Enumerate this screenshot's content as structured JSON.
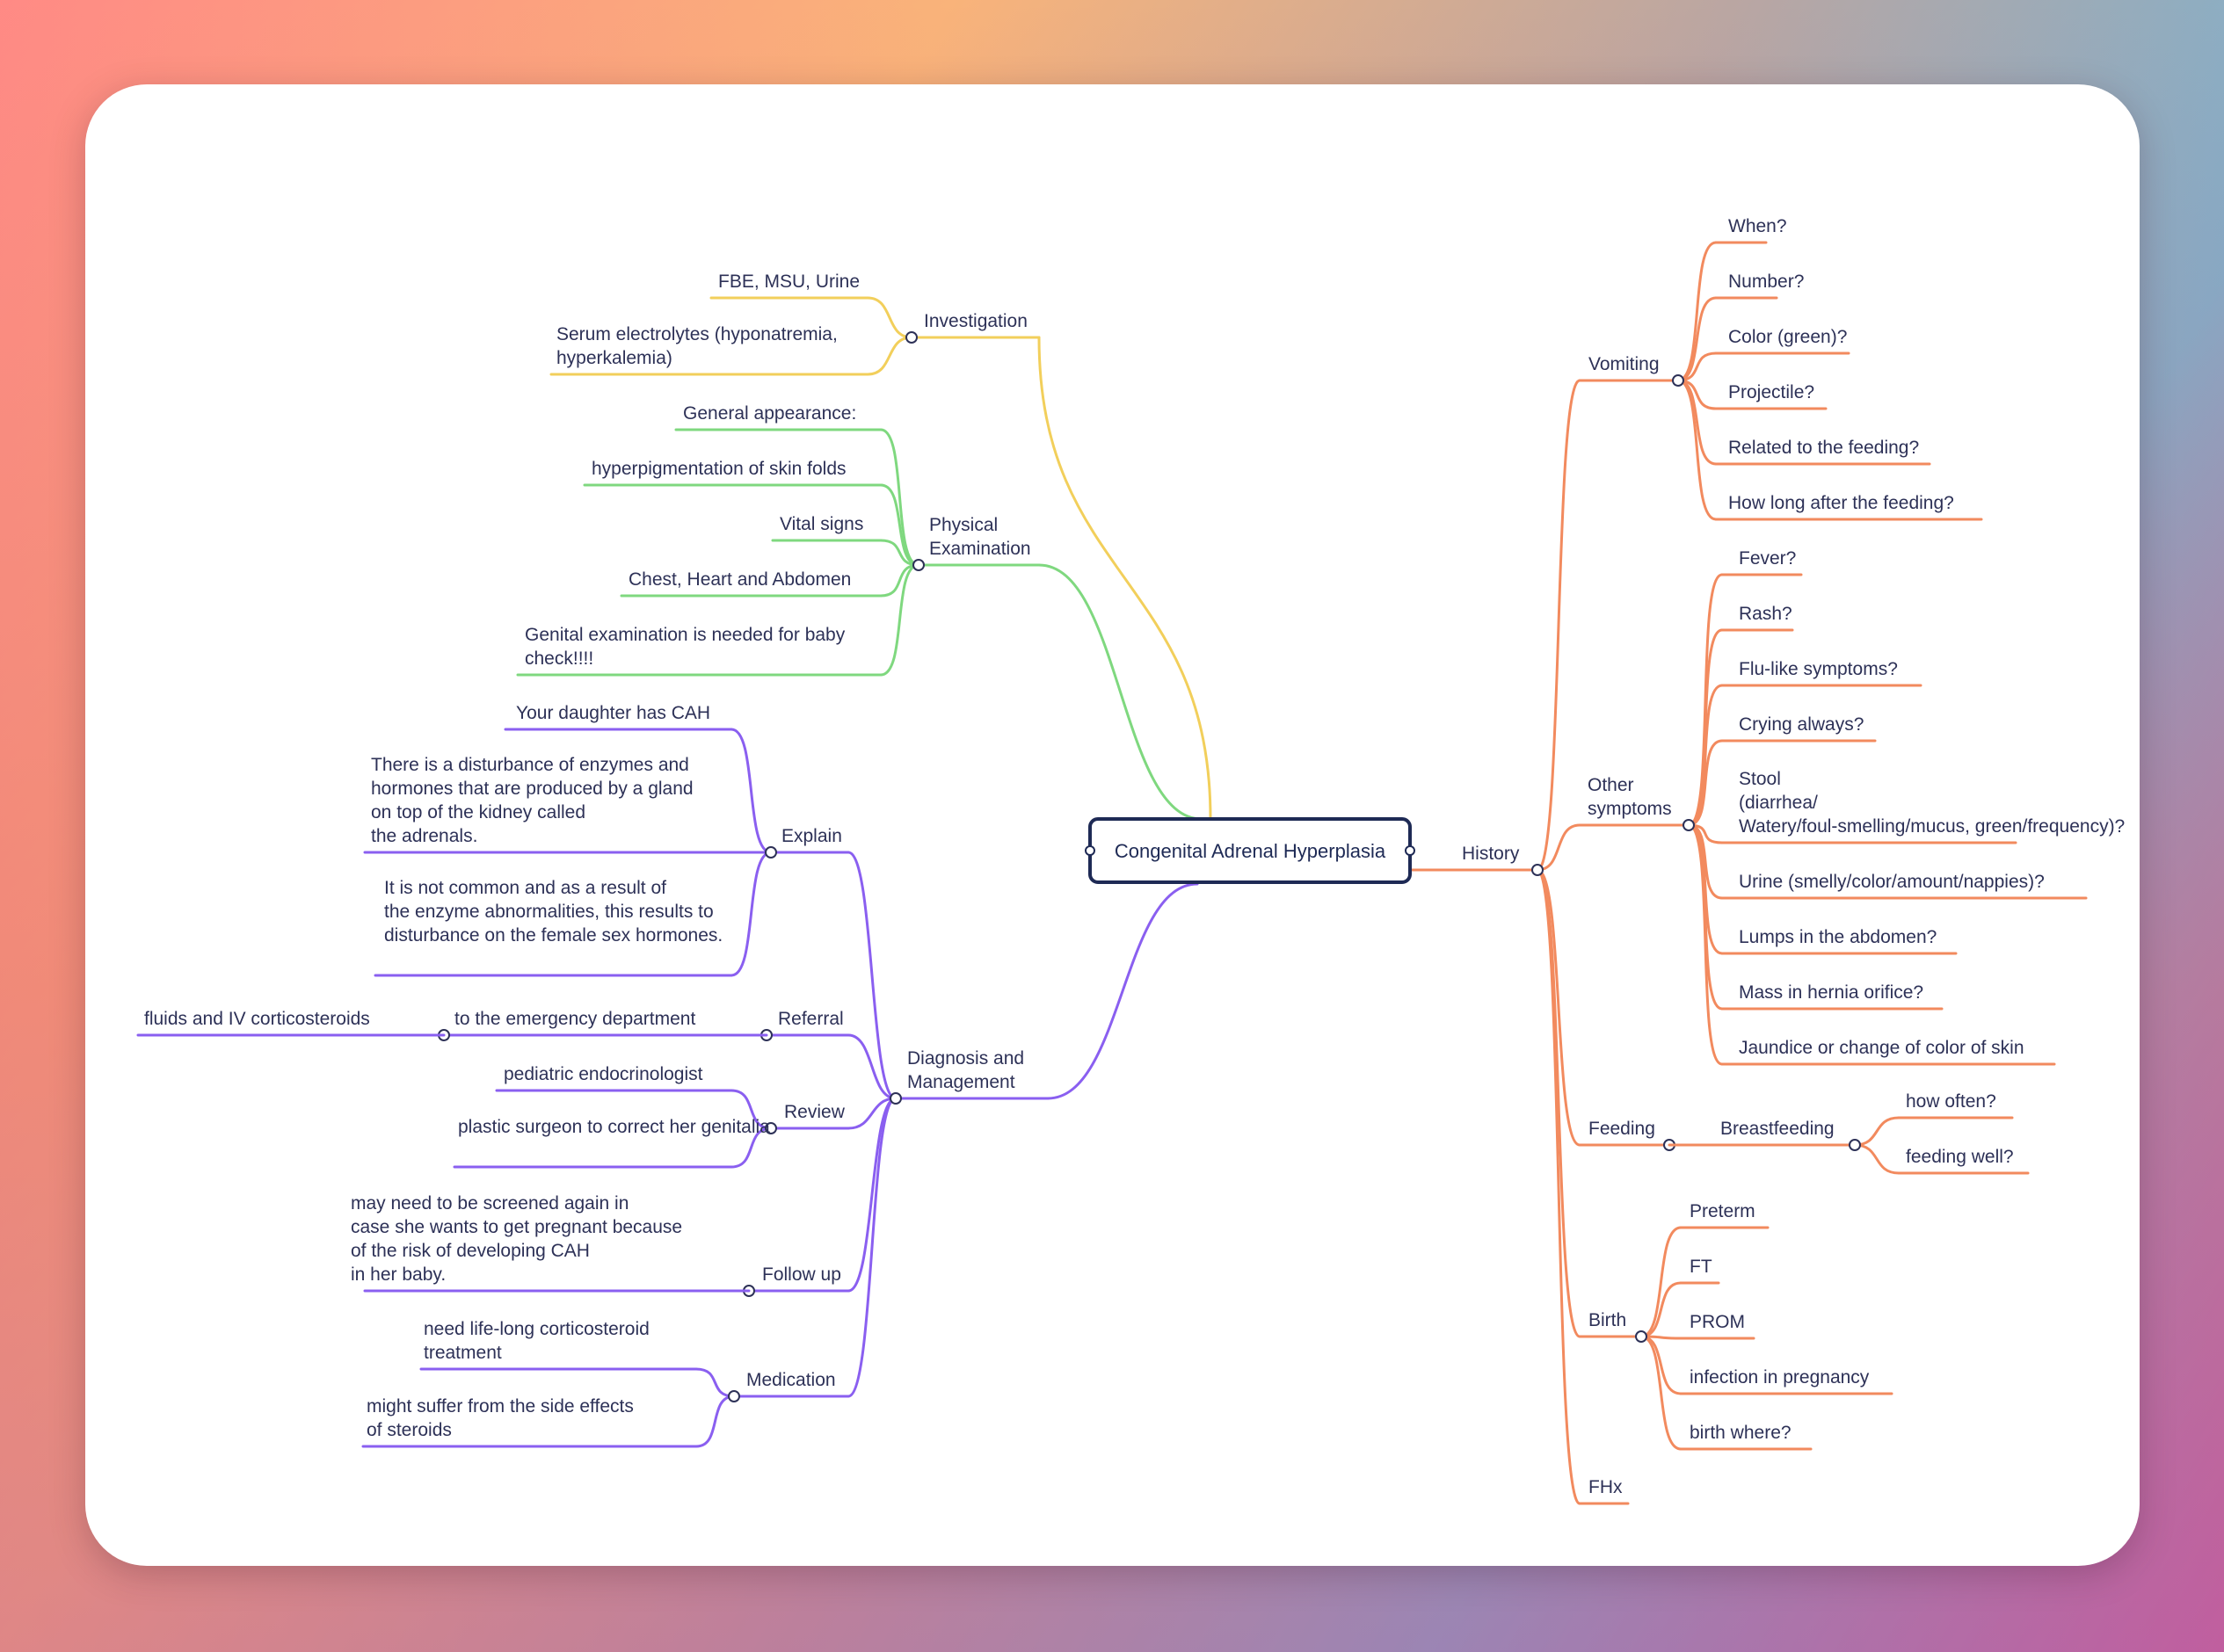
{
  "root": {
    "label": "Congenital Adrenal Hyperplasia"
  },
  "colors": {
    "investigation": "#f2cf5b",
    "physical": "#7fd87f",
    "diagnosis": "#8a5ff0",
    "history": "#f28a5e",
    "text": "#2d3157",
    "root_border": "#1e2a55"
  },
  "branches": {
    "investigation": {
      "label": "Investigation",
      "children": [
        "FBE, MSU, Urine",
        "Serum electrolytes (hyponatremia, hyperkalemia)"
      ]
    },
    "physical": {
      "label": "Physical Examination",
      "children": [
        "General appearance:",
        "hyperpigmentation of skin folds",
        "Vital signs",
        "Chest, Heart and Abdomen",
        "Genital examination is needed for baby check!!!!"
      ]
    },
    "diagnosis": {
      "label": "Diagnosis and Management",
      "explain": {
        "label": "Explain",
        "children": [
          "Your daughter has CAH",
          "There is a disturbance of enzymes and hormones that are produced by a gland on top of the kidney called the adrenals.",
          "It is not common and as a result of the enzyme abnormalities, this results to disturbance on the female sex hormones."
        ]
      },
      "referral": {
        "label": "Referral",
        "child": "to the emergency department",
        "grandchild": "fluids and IV corticosteroids"
      },
      "review": {
        "label": "Review",
        "children": [
          "pediatric endocrinologist",
          "plastic surgeon to correct her genitalia"
        ]
      },
      "followup": {
        "label": "Follow up",
        "children": [
          "may need to be screened again in case she wants to get pregnant because of the risk of developing CAH in her baby."
        ]
      },
      "medication": {
        "label": "Medication",
        "children": [
          "need life-long corticosteroid treatment",
          "might suffer from the side effects of steroids"
        ]
      }
    },
    "history": {
      "label": "History",
      "vomiting": {
        "label": "Vomiting",
        "children": [
          "When?",
          "Number?",
          "Color (green)?",
          "Projectile?",
          "Related to the feeding?",
          "How long after the feeding?"
        ]
      },
      "other": {
        "label": "Other symptoms",
        "children": [
          "Fever?",
          "Rash?",
          "Flu-like symptoms?",
          "Crying always?",
          "Stool (diarrhea/ Watery/foul-smelling/mucus, green/frequency)?",
          "Urine (smelly/color/amount/nappies)?",
          "Lumps in the abdomen?",
          "Mass in hernia orifice?",
          "Jaundice or change of color of skin"
        ]
      },
      "feeding": {
        "label": "Feeding",
        "child": "Breastfeeding",
        "grandchildren": [
          "how often?",
          "feeding well?"
        ]
      },
      "birth": {
        "label": "Birth",
        "children": [
          "Preterm",
          "FT",
          "PROM",
          "infection in pregnancy",
          "birth where?"
        ]
      },
      "fhx": {
        "label": "FHx"
      }
    }
  }
}
